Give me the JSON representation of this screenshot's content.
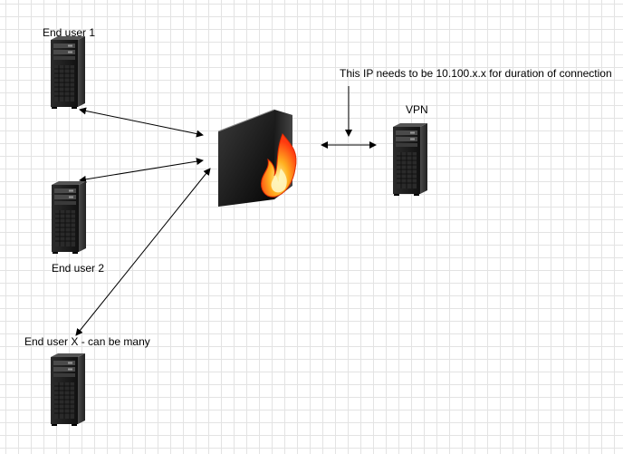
{
  "diagram": {
    "end_user_1": {
      "label": "End user 1",
      "icon": "server-icon"
    },
    "end_user_2": {
      "label": "End user 2",
      "icon": "server-icon"
    },
    "end_user_x": {
      "label": "End user X - can be many",
      "icon": "server-icon"
    },
    "firewall": {
      "icon": "firewall-icon"
    },
    "vpn": {
      "label": "VPN",
      "icon": "server-icon"
    },
    "note": "This IP needs to be 10.100.x.x for duration of connection"
  },
  "colors": {
    "server_body": "#1a1a1a",
    "server_panel": "#3a3a3a",
    "flame_outer": "#ff4a1a",
    "flame_inner": "#ffd24a",
    "connector": "#000000",
    "grid": "#e3e3e3"
  }
}
